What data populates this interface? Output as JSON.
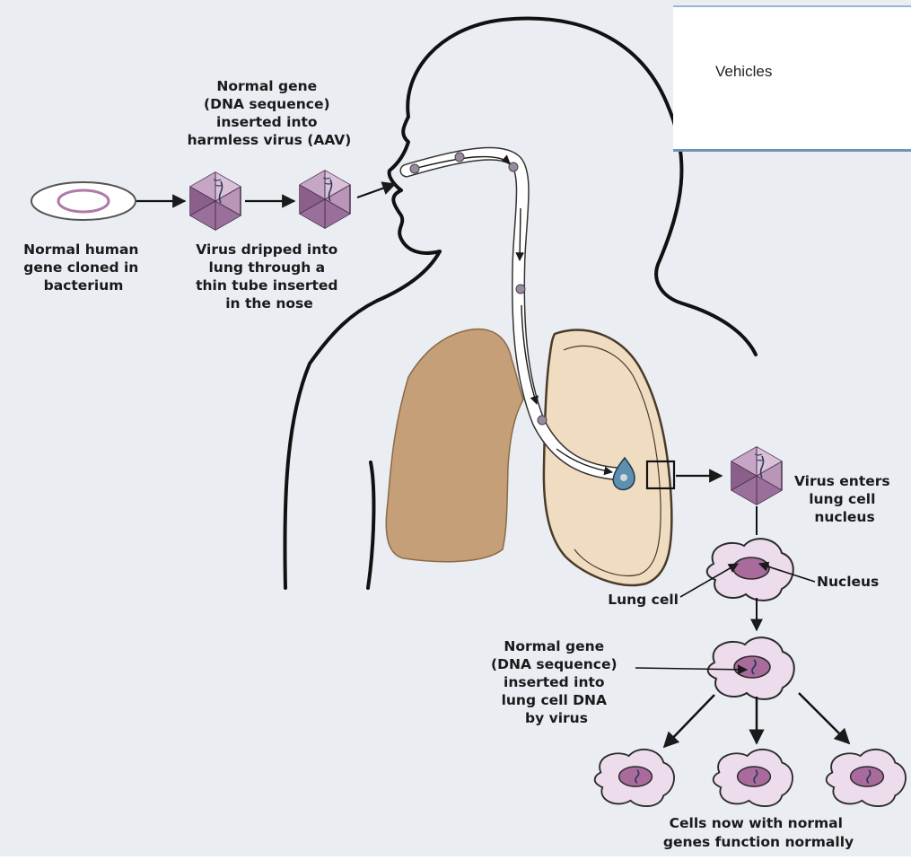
{
  "box_label": "Vehicles",
  "labels": {
    "gene_top": [
      "Normal gene",
      "(DNA sequence)",
      "inserted into",
      "harmless virus (AAV)"
    ],
    "cloned": [
      "Normal human",
      "gene cloned in",
      "bacterium"
    ],
    "dripped": [
      "Virus dripped into",
      "lung through a",
      "thin tube inserted",
      "in the nose"
    ],
    "virus_enters": [
      "Virus enters",
      "lung cell",
      "nucleus"
    ],
    "nucleus": [
      "Nucleus"
    ],
    "lung_cell": [
      "Lung cell"
    ],
    "gene_inserted": [
      "Normal gene",
      "(DNA sequence)",
      "inserted into",
      "lung cell DNA",
      "by virus"
    ],
    "cells_now": [
      "Cells now with normal",
      "genes function normally"
    ]
  },
  "colors": {
    "background": "#eaeef3",
    "lung_left": "#c9a27a",
    "lung_right": "#f0dcc1",
    "virus": "#a77ea6",
    "cell": "#ead7ea",
    "nucleus": "#a25e95",
    "box_border": "#6f93b8"
  }
}
